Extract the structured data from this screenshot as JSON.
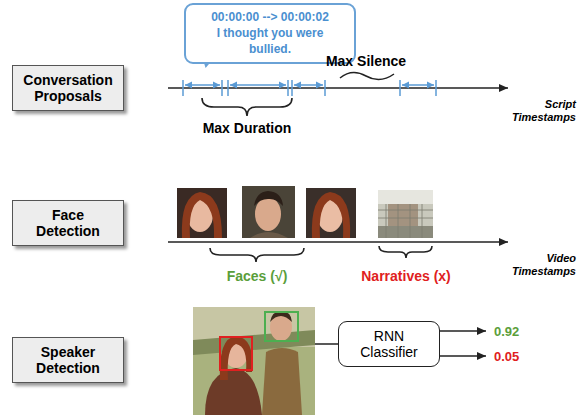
{
  "diagram": {
    "nodes": [
      {
        "text": [
          "00:00:00 --> 00:00:02",
          "I thought you were bullied."
        ]
      },
      {
        "text": [
          "Conversation Proposals"
        ]
      },
      {
        "text": [
          "Face Detection"
        ]
      },
      {
        "text": [
          "Speaker Detection"
        ]
      },
      {
        "text": [
          "RNN Classifier"
        ]
      }
    ],
    "labels": [
      "Max Silence",
      "Max Duration",
      "Script Timestamps",
      "Faces (√)",
      "Narratives (x)",
      "Video Timestamps",
      "0.92",
      "0.05"
    ]
  }
}
